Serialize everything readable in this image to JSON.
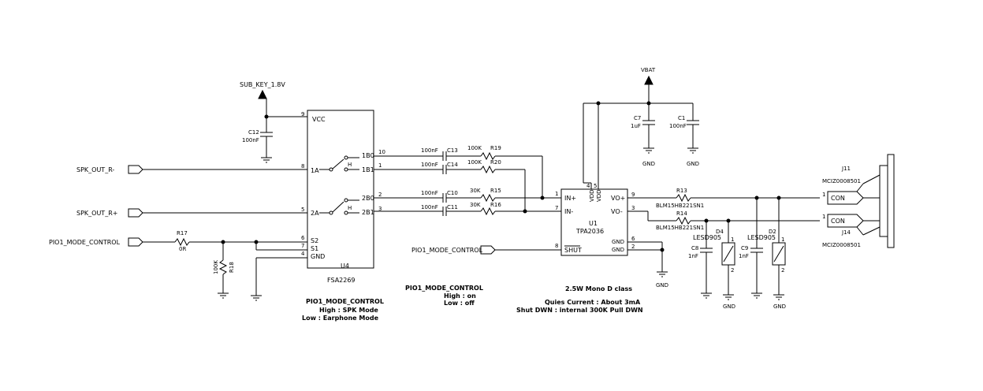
{
  "power": {
    "sub_key": "SUB_KEY_1.8V",
    "vbat": "VBAT"
  },
  "ports": {
    "spk_out_n": "SPK_OUT_R-",
    "spk_out_p": "SPK_OUT_R+",
    "mode_ctrl_left": "PIO1_MODE_CONTROL",
    "mode_ctrl_mid": "PIO1_MODE_CONTROL"
  },
  "u4": {
    "ref": "U4",
    "part": "FSA2269",
    "vcc": "VCC",
    "gnd": "GND",
    "in1": "1A",
    "in2": "2A",
    "s2": "S2",
    "s1": "S1",
    "out_1b0": "1B0",
    "out_1b1": "1B1",
    "out_2b0": "2B0",
    "out_2b1": "2B1",
    "h1": "H",
    "h2": "H",
    "pin_vcc": "9",
    "pin_1a": "8",
    "pin_2a": "5",
    "pin_s2": "6",
    "pin_s1": "7",
    "pin_gnd": "4",
    "pin_1b0": "10",
    "pin_1b1": "1",
    "pin_2b0": "2",
    "pin_2b1": "3"
  },
  "u1": {
    "ref": "U1",
    "part": "TPA2036",
    "in_p": "IN+",
    "in_n": "IN-",
    "shut": "SHUT",
    "vo_p": "VO+",
    "vo_n": "VO-",
    "gnd1": "GND",
    "gnd2": "GND",
    "vdd1": "VDD",
    "vdd2": "VDD",
    "pin_inp": "1",
    "pin_inn": "7",
    "pin_shut": "8",
    "pin_vop": "9",
    "pin_von": "3",
    "pin_gnd1": "6",
    "pin_gnd2": "2",
    "pin_vdd1": "4",
    "pin_vdd2": "5"
  },
  "components": {
    "c12": {
      "ref": "C12",
      "value": "100nF"
    },
    "c13": {
      "ref": "C13",
      "value": "100nF"
    },
    "c14": {
      "ref": "C14",
      "value": "100nF"
    },
    "c10": {
      "ref": "C10",
      "value": "100nF"
    },
    "c11": {
      "ref": "C11",
      "value": "100nF"
    },
    "r19": {
      "ref": "R19",
      "value": "100K"
    },
    "r20": {
      "ref": "R20",
      "value": "100K"
    },
    "r15": {
      "ref": "R15",
      "value": "30K"
    },
    "r16": {
      "ref": "R16",
      "value": "30K"
    },
    "r17": {
      "ref": "R17",
      "value": "0R"
    },
    "r18": {
      "ref": "R18",
      "value": "100K"
    },
    "c7": {
      "ref": "C7",
      "value": "1uF"
    },
    "c1": {
      "ref": "C1",
      "value": "100nF"
    },
    "r13": {
      "ref": "R13",
      "value": "BLM15HB221SN1"
    },
    "r14": {
      "ref": "R14",
      "value": "BLM15HB221SN1"
    },
    "c8": {
      "ref": "C8",
      "value": "1nF"
    },
    "c9": {
      "ref": "C9",
      "value": "1nF"
    },
    "d4": {
      "ref": "D4",
      "value": "LESD905",
      "pin1": "1",
      "pin2": "2"
    },
    "d2": {
      "ref": "D2",
      "value": "LESD905",
      "pin1": "1",
      "pin2": "2"
    },
    "j11": {
      "ref": "J11",
      "part": "MCIZ0008501",
      "label": "CON",
      "pin": "1"
    },
    "j14": {
      "ref": "J14",
      "part": "MCIZ0008501",
      "label": "CON",
      "pin": "1"
    }
  },
  "ground_labels": {
    "c7": "GND",
    "c1": "GND",
    "u1": "GND",
    "d4": "GND",
    "d2": "GND"
  },
  "notes": {
    "u4_title": "PIO1_MODE_CONTROL",
    "u4_high": "High : SPK Mode",
    "u4_low": "Low : Earphone Mode",
    "u1_title": "PIO1_MODE_CONTROL",
    "u1_high": "High : on",
    "u1_low": "Low : off",
    "amp_title": "2.5W Mono D class",
    "amp_current": "Quies Current : About 3mA",
    "amp_shut": "Shut DWN : internal 300K Pull DWN"
  }
}
